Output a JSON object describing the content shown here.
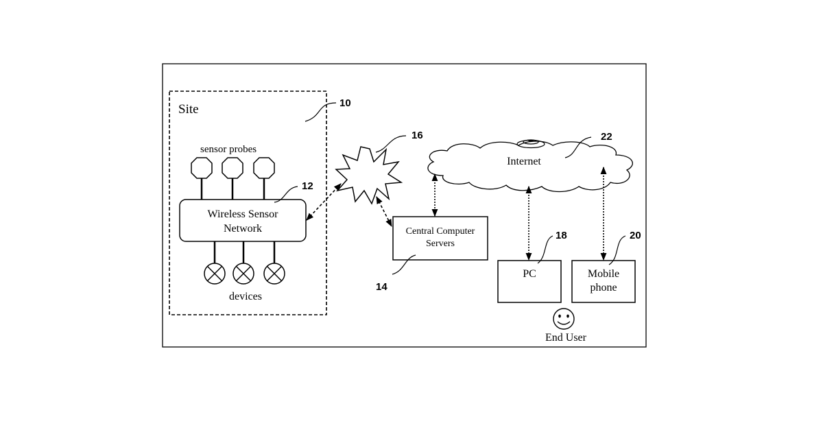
{
  "site": {
    "label": "Site",
    "ref": "10"
  },
  "sensor_probes": {
    "label": "sensor probes"
  },
  "wsn": {
    "line1": "Wireless Sensor",
    "line2": "Network",
    "ref": "12"
  },
  "devices": {
    "label": "devices"
  },
  "wireless_link": {
    "ref": "16"
  },
  "servers": {
    "line1": "Central Computer",
    "line2": "Servers",
    "ref": "14"
  },
  "internet": {
    "label": "Internet",
    "ref": "22"
  },
  "pc": {
    "label": "PC",
    "ref": "18"
  },
  "mobile": {
    "line1": "Mobile",
    "line2": "phone",
    "ref": "20"
  },
  "end_user": {
    "label": "End User"
  }
}
